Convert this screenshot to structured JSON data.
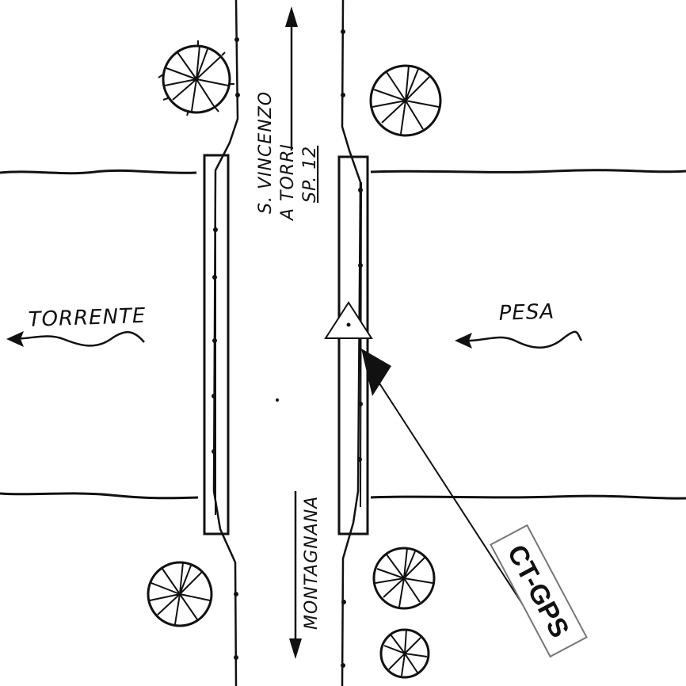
{
  "map": {
    "river": {
      "left_label": "TORRENTE",
      "right_label": "PESA"
    },
    "road": {
      "north_label_line1": "S. VINCENZO",
      "north_label_line2": "A TORRI",
      "north_label_line3": "SP. 12",
      "south_label": "MONTAGNANA"
    },
    "station": {
      "label": "CT-GPS"
    },
    "icons": [
      "tree-icon",
      "triangle-marker-icon",
      "arrow-icon"
    ],
    "colors": {
      "ink": "#111111",
      "paper": "#ffffff"
    }
  }
}
